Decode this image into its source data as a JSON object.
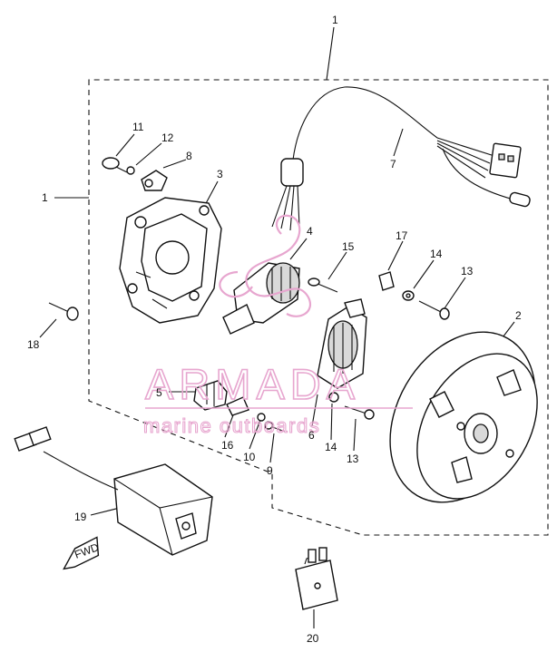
{
  "diagram": {
    "callouts": [
      {
        "id": "c-1-top",
        "text": "1"
      },
      {
        "id": "c-1-left",
        "text": "1"
      },
      {
        "id": "c-2",
        "text": "2"
      },
      {
        "id": "c-3",
        "text": "3"
      },
      {
        "id": "c-4",
        "text": "4"
      },
      {
        "id": "c-5",
        "text": "5"
      },
      {
        "id": "c-6",
        "text": "6"
      },
      {
        "id": "c-7",
        "text": "7"
      },
      {
        "id": "c-8",
        "text": "8"
      },
      {
        "id": "c-9",
        "text": "9"
      },
      {
        "id": "c-10",
        "text": "10"
      },
      {
        "id": "c-11",
        "text": "11"
      },
      {
        "id": "c-12",
        "text": "12"
      },
      {
        "id": "c-13a",
        "text": "13"
      },
      {
        "id": "c-13b",
        "text": "13"
      },
      {
        "id": "c-14a",
        "text": "14"
      },
      {
        "id": "c-14b",
        "text": "14"
      },
      {
        "id": "c-15",
        "text": "15"
      },
      {
        "id": "c-16",
        "text": "16"
      },
      {
        "id": "c-17",
        "text": "17"
      },
      {
        "id": "c-18",
        "text": "18"
      },
      {
        "id": "c-19",
        "text": "19"
      },
      {
        "id": "c-20",
        "text": "20"
      }
    ],
    "direction_marker": "FWD"
  },
  "watermark": {
    "title": "ARMADA",
    "subtitle": "marine outboards",
    "color": "#e7a6cf"
  }
}
